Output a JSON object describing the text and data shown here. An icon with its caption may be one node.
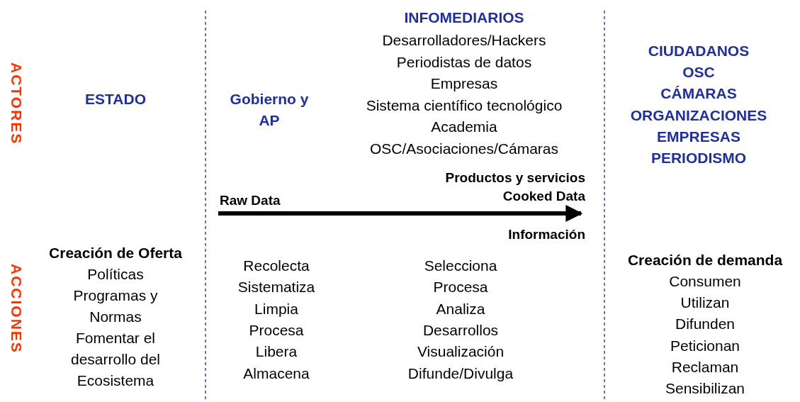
{
  "diagram": {
    "labels": [
      "ACTORES",
      "ESTADO",
      "Gobierno y AP",
      "INFOMEDIARIOS",
      "Desarrolladores/Hackers",
      "Periodistas de datos",
      "Empresas",
      "Sistema científico tecnológico",
      "Academia",
      "OSC/Asociaciones/Cámaras",
      "CIUDADANOS",
      "OSC",
      "CÁMARAS",
      "ORGANIZACIONES",
      "EMPRESAS",
      "PERIODISMO",
      "Productos y servicios",
      "Raw Data",
      "Cooked Data",
      "Información",
      "ACCIONES",
      "Creación de Oferta",
      "Políticas",
      "Programas y Normas",
      "Fomentar el desarrollo del Ecosistema",
      "Recolecta",
      "Sistematiza",
      "Limpia",
      "Procesa",
      "Libera",
      "Almacena",
      "Selecciona",
      "Procesa",
      "Analiza",
      "Desarrollos",
      "Visualización",
      "Difunde/Divulga",
      "Creación de demanda",
      "Consumen",
      "Utilizan",
      "Difunden",
      "Peticionan",
      "Reclaman",
      "Sensibilizan"
    ]
  }
}
